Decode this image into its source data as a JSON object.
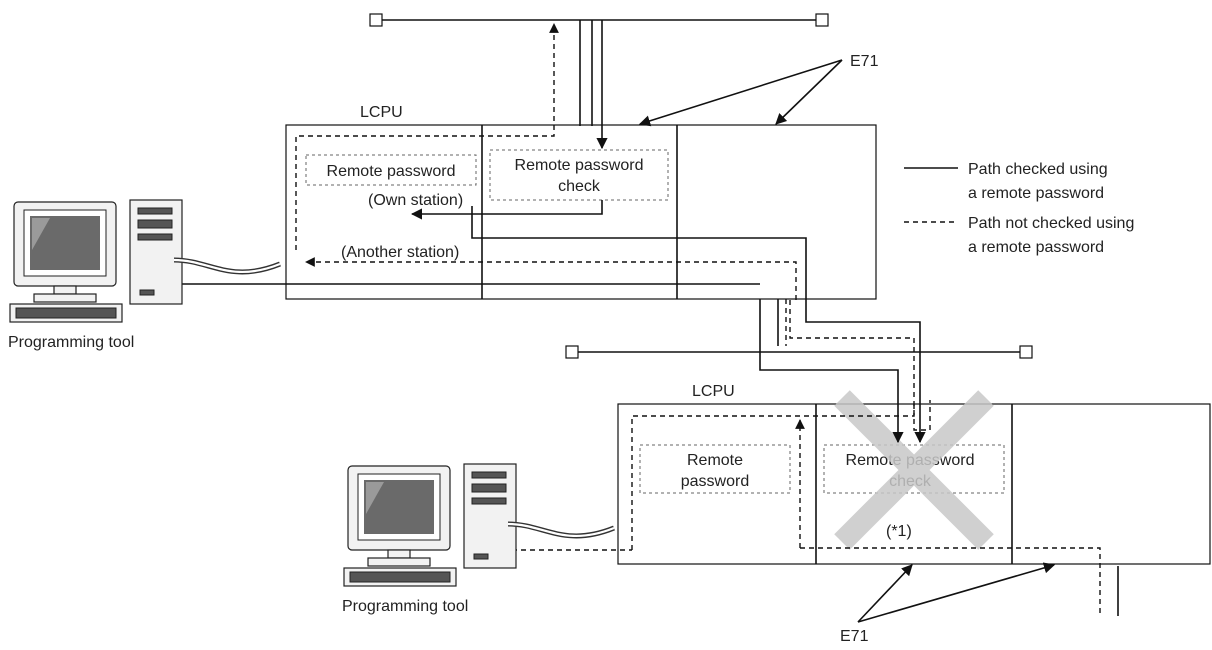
{
  "labels": {
    "e71_top": "E71",
    "e71_bottom": "E71",
    "lcpu_top": "LCPU",
    "lcpu_bottom": "LCPU",
    "remote_password_top": "Remote password",
    "remote_password_check_top_line1": "Remote password",
    "remote_password_check_top_line2": "check",
    "own_station": "(Own station)",
    "another_station": "(Another station)",
    "remote_password_bottom_line1": "Remote",
    "remote_password_bottom_line2": "password",
    "remote_password_check_bottom_line1": "Remote password",
    "remote_password_check_bottom_line2": "check",
    "note": "(*1)",
    "programming_tool_top": "Programming tool",
    "programming_tool_bottom": "Programming tool"
  },
  "legend": {
    "solid_line1": "Path checked using",
    "solid_line2": "a remote password",
    "dashed_line1": "Path not checked using",
    "dashed_line2": "a remote password"
  },
  "colors": {
    "line": "#111111",
    "cross": "#c8c8c8",
    "background": "#ffffff"
  },
  "icons": {
    "pc": "computer-icon",
    "cross": "blocked-cross-icon"
  }
}
